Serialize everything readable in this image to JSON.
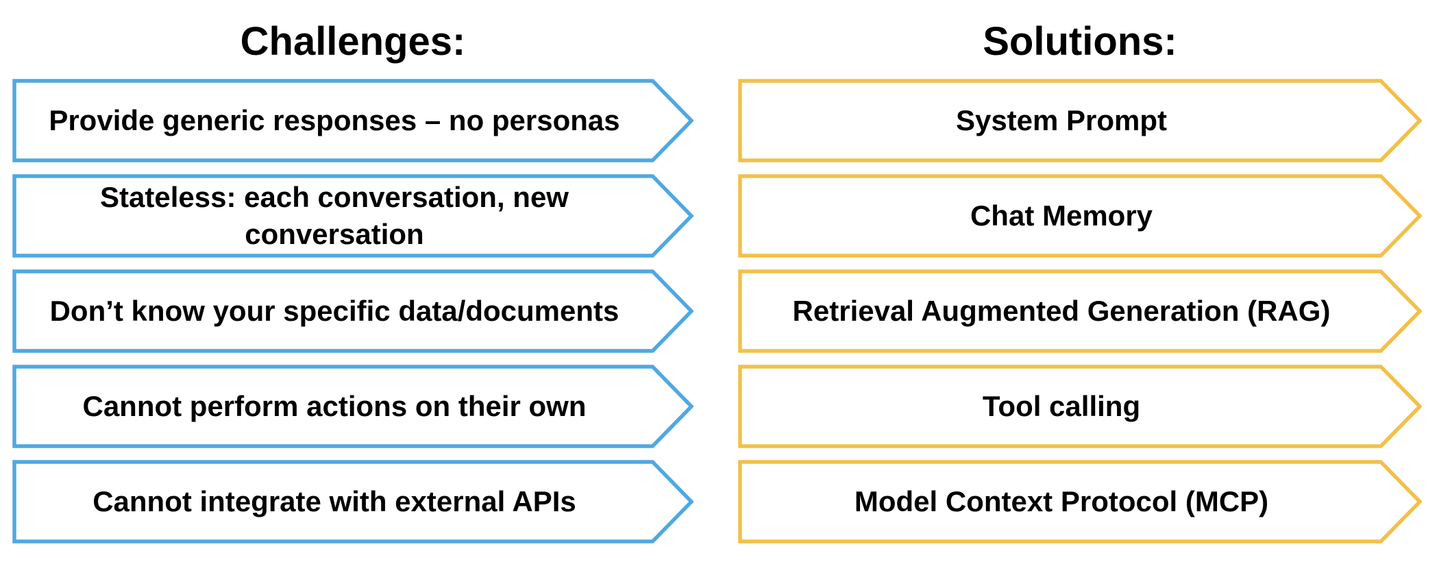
{
  "colors": {
    "challenge_border": "#4FA8E1",
    "solution_border": "#F2C04A",
    "text": "#000000",
    "background": "#FFFFFF"
  },
  "challenges": {
    "title": "Challenges:",
    "items": [
      "Provide generic responses – no personas",
      "Stateless: each conversation, new\nconversation",
      "Don’t know your specific data/documents",
      "Cannot perform actions on their own",
      "Cannot integrate with external APIs"
    ]
  },
  "solutions": {
    "title": "Solutions:",
    "items": [
      "System Prompt",
      "Chat Memory",
      "Retrieval Augmented Generation (RAG)",
      "Tool calling",
      "Model Context Protocol (MCP)"
    ]
  }
}
